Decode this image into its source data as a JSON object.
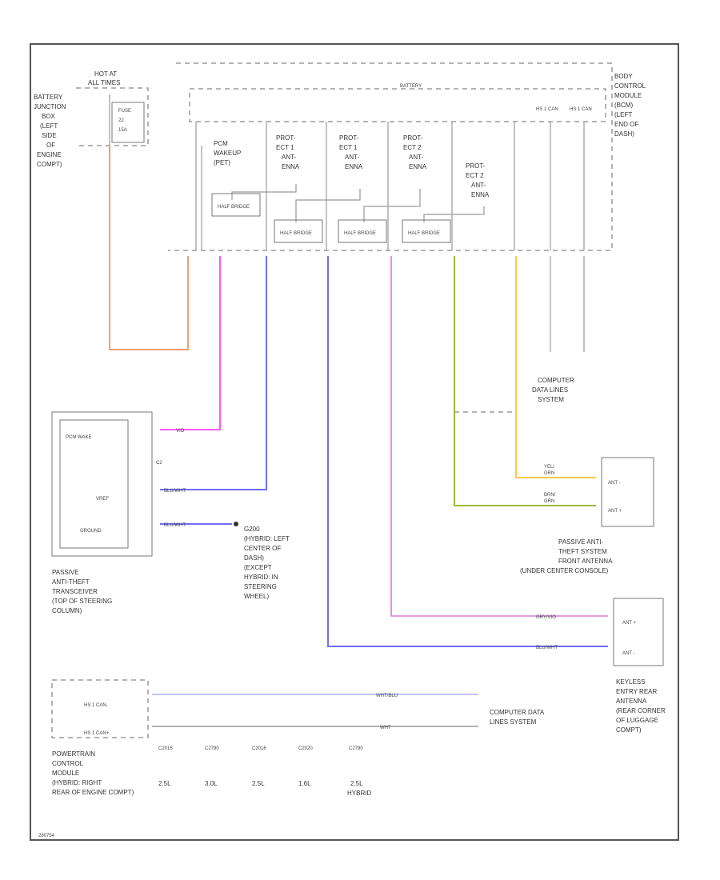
{
  "modules": {
    "bcm_title": "BODY CONTROL MODULE (BCM) (LEFT END OF DASH)",
    "bcm_lines": [
      "BODY",
      "CONTROL",
      "MODULE",
      "(BCM)",
      "(LEFT",
      "END OF",
      "DASH)"
    ],
    "hot_at": [
      "HOT AT",
      "ALL TIMES"
    ],
    "battery_jb": [
      "BATTERY",
      "JUNCTION",
      "BOX",
      "(LEFT",
      "SIDE",
      "OF",
      "ENGINE",
      "COMPT)"
    ],
    "fuse": [
      "FUSE",
      "22",
      "15A"
    ],
    "bcm_internal": "BATTERY",
    "pcm_wakeup": [
      "PCM",
      "WAKEUP",
      "(PET)"
    ],
    "prot_ant": [
      [
        "PROT-",
        "ECT 1",
        "ANT-",
        "ENNA"
      ],
      [
        "PROT-",
        "ECT 1",
        "ANT-",
        "ENNA"
      ],
      [
        "PROT-",
        "ECT 2",
        "ANT-",
        "ENNA"
      ],
      [
        "PROT-",
        "ECT 2",
        "ANT-",
        "ENNA"
      ]
    ],
    "hs_can": [
      "HS 1 CAN",
      "HS 1 CAN"
    ],
    "half_bridge": "HALF BRIDGE",
    "transceiver_pins": [
      "PCM WAKE",
      "VREF",
      "GROUND"
    ],
    "transceiver_label": [
      "PASSIVE",
      "ANTI-THEFT",
      "TRANSCEIVER",
      "(TOP OF STEERING",
      "COLUMN)"
    ],
    "ground_label": [
      "G200",
      "(HYBRID: LEFT",
      "CENTER OF",
      "DASH)",
      "(EXCEPT",
      "HYBRID: IN",
      "STEERING",
      "WHEEL)"
    ],
    "comp_lines_1": [
      "COMPUTER",
      "DATA LINES",
      "SYSTEM"
    ],
    "front_ant_pins": [
      "ANT -",
      "ANT +"
    ],
    "front_ant_label": [
      "PASSIVE ANTI-",
      "THEFT SYSTEM",
      "FRONT ANTENNA",
      "(UNDER CENTER CONSOLE)"
    ],
    "rear_ant_pins": [
      "ANT +",
      "ANT -"
    ],
    "rear_ant_label": [
      "KEYLESS",
      "ENTRY REAR",
      "ANTENNA",
      "(REAR CORNER",
      "OF LUGGAGE",
      "COMPT)"
    ],
    "pcm_pins": [
      "HS 1 CAN-",
      "HS 1 CAN+"
    ],
    "pcm_label": [
      "POWERTRAIN",
      "CONTROL",
      "MODULE",
      "(HYBRID: RIGHT",
      "REAR OF ENGINE COMPT)"
    ],
    "comp_lines_2": [
      "COMPUTER DATA",
      "LINES SYSTEM"
    ],
    "connectors": [
      "C2016",
      "C2790",
      "C2016",
      "C2020",
      "C2790"
    ],
    "engines": [
      [
        "2.5L"
      ],
      [
        "3.0L"
      ],
      [
        "2.5L"
      ],
      [
        "1.6L"
      ],
      [
        "2.5L",
        "HYBRID"
      ]
    ],
    "wire_colors_2": [
      "WHT/BLU",
      "WHT"
    ],
    "wire_labels": [
      "VIO",
      "BLU/WHT",
      "BLU/WHT",
      "GRY/VIO",
      "BLU/WHT",
      "YEL/",
      "GRN",
      "BRN/",
      "GRN"
    ],
    "ct_label": "C2",
    "footer": "280754"
  },
  "colors": {
    "orange": "#f0a070",
    "pink": "#ff55ff",
    "blue": "#6e6eff",
    "violet": "#d77ad7",
    "green": "#99bb33",
    "yellow": "#ffcc44",
    "frame": "#555555"
  }
}
